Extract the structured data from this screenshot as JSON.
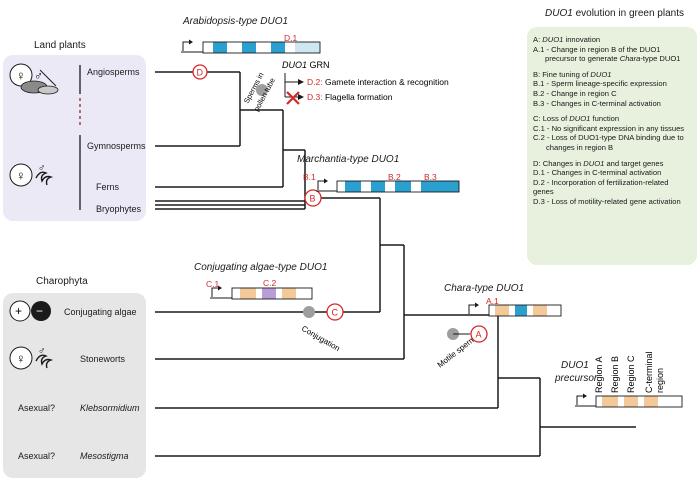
{
  "figure": {
    "legend_title_italic": "DUO1",
    "legend_title_rest": " evolution in green plants"
  },
  "panels": {
    "land_plants": "Land plants",
    "charophyta": "Charophyta"
  },
  "taxa": {
    "angiosperms": "Angiosperms",
    "gymnosperms": "Gymnosperms",
    "ferns": "Ferns",
    "bryophytes": "Bryophytes",
    "conjugating_algae": "Conjugating algae",
    "stoneworts": "Stoneworts",
    "klebsormidium_prefix": "Asexual?",
    "klebsormidium": "Klebsormidium",
    "mesostigma_prefix": "Asexual?",
    "mesostigma": "Mesostigma"
  },
  "gene_titles": {
    "arabidopsis": "Arabidopsis-type DUO1",
    "marchantia": "Marchantia-type DUO1",
    "conjugating": "Conjugating algae-type DUO1",
    "chara": "Chara-type DUO1",
    "precursor_1": "DUO1",
    "precursor_2": "precursor"
  },
  "region_tags": {
    "d1": "D.1",
    "b1": "B.1",
    "b2": "B.2",
    "b3": "B.3",
    "c1": "C.1",
    "c2": "C.2",
    "a1": "A.1"
  },
  "region_labels": [
    "Region A",
    "Region B",
    "Region C",
    "C-terminal",
    "region"
  ],
  "grn": {
    "title_italic": "DUO1",
    "title_rest": " GRN",
    "d2": "D.2: Gamete interaction & recognition",
    "d3": "D.3: Flagella formation",
    "d2_prefix": "D.2:",
    "d2_text": " Gamete interaction & recognition",
    "d3_prefix": "D.3:",
    "d3_text": " Flagella formation"
  },
  "events": {
    "A": "A",
    "B": "B",
    "C": "C",
    "D": "D",
    "sperms_pollen_1": "Sperms in",
    "sperms_pollen_2": "pollen tube",
    "conjugation": "Conjugation",
    "motile_sperm": "Motile sperm"
  },
  "legend": {
    "A_head_1": "A: ",
    "A_head_2": "DUO1",
    "A_head_3": " innovation",
    "A1_a": "A.1 - Change in region B of the DUO1",
    "A1_b": "precursor to generate ",
    "A1_c": "Chara",
    "A1_d": "-type DUO1",
    "B_head_1": "B:  Fine tuning of ",
    "B_head_2": "DUO1",
    "B1": "B.1 - Sperm lineage-specific expression",
    "B2": "B.2 - Change in region C",
    "B3": "B.3 - Changes in C-terminal activation",
    "C_head_1": "C:  Loss of ",
    "C_head_2": "DUO1",
    "C_head_3": " function",
    "C1": "C.1 - No significant expression in any tissues",
    "C2": "C.2 - Loss of DUO1-type DNA binding due to changes in region B",
    "D_head_1": "D:  Changes in ",
    "D_head_2": "DUO1",
    "D_head_3": " and target genes",
    "D1": "D.1 - Changes in C-terminal activation",
    "D2": "D.2 - Incorporation of fertilization-related genes",
    "D3": "D.3 - Loss of motility-related gene activation"
  },
  "symbols": {
    "female": "♀",
    "male": "♂",
    "plus": "+",
    "minus": "−"
  },
  "colors": {
    "event_red": "#d62728",
    "node_grey": "#9e9e9e",
    "myb_blue": "#2aa0cf",
    "region_tan": "#f4c99a",
    "region_purple": "#b79ed6",
    "land_panel": "#ece9f6",
    "chara_panel": "#e6e6e6",
    "legend_bg": "#e7f1de"
  }
}
